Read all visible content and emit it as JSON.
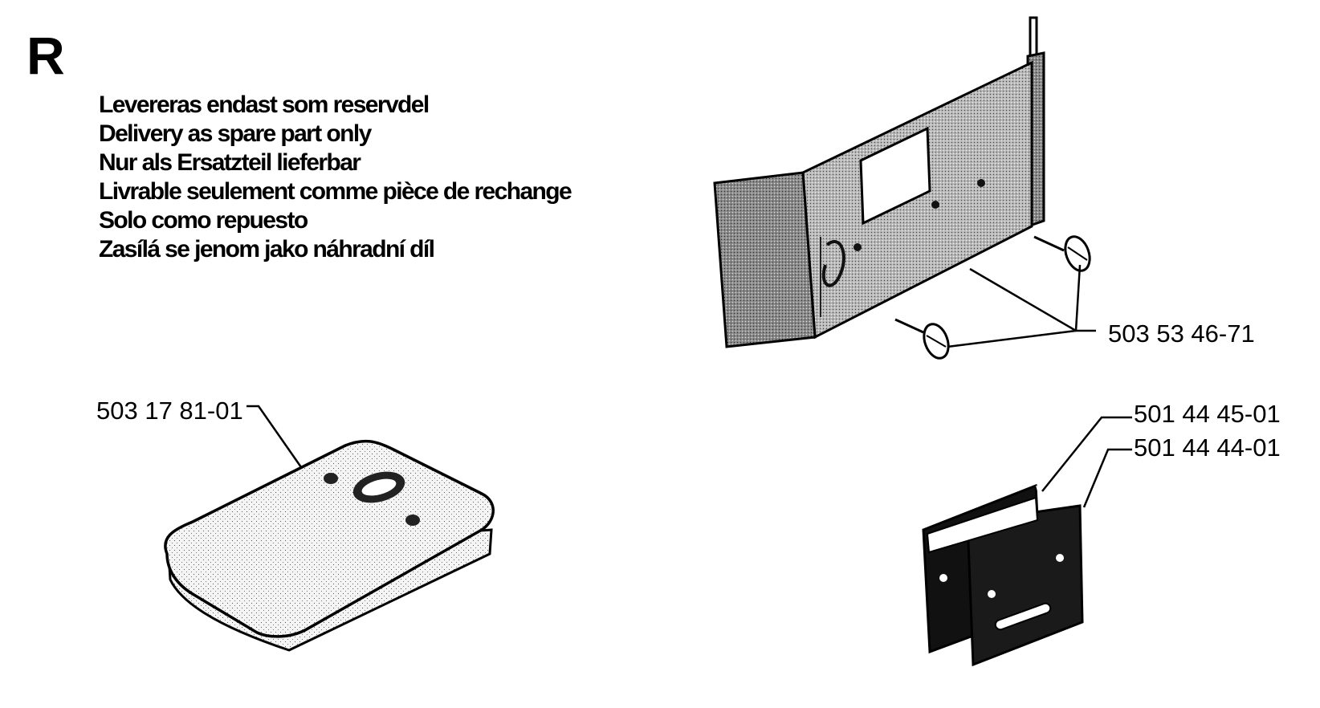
{
  "section": {
    "letter": "R"
  },
  "notes": [
    "Levereras endast som reservdel",
    "Delivery as spare part only",
    "Nur als Ersatzteil lieferbar",
    "Livrable seulement comme pièce de rechange",
    "Solo como repuesto",
    "Zasílá se jenom jako náhradní díl"
  ],
  "parts": {
    "guard_plate": "503 53 46-71",
    "air_filter": "503 17 81-01",
    "plate_a": "501 44 45-01",
    "plate_b": "501 44 44-01"
  }
}
